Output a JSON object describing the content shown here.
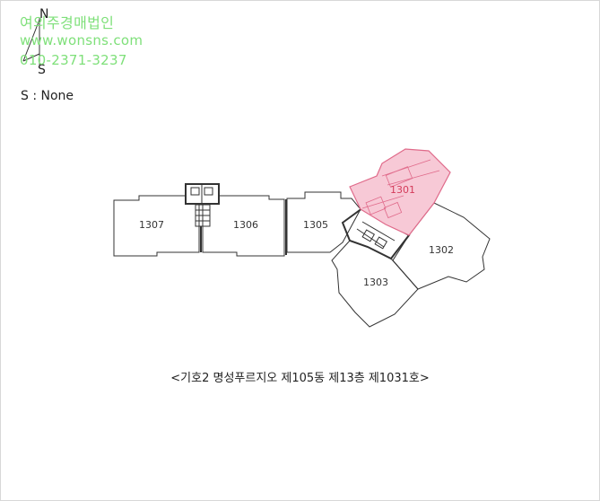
{
  "compass": {
    "north": "N",
    "south": "S"
  },
  "scale_text": "S  :  None",
  "watermark": {
    "name": "여의주경매법인",
    "url": "www.wonsns.com",
    "phone": "010-2371-3237"
  },
  "units": {
    "u1307": "1307",
    "u1306": "1306",
    "u1305": "1305",
    "u1301": "1301",
    "u1302": "1302",
    "u1303": "1303"
  },
  "highlighted_unit": "1301",
  "caption": "<기호2 명성푸르지오 제105동 제13층 제1031호>",
  "colors": {
    "watermark": "#7fe07a",
    "highlight_fill": "#f7c9d6",
    "highlight_stroke": "#e06a8a",
    "line": "#333333"
  }
}
